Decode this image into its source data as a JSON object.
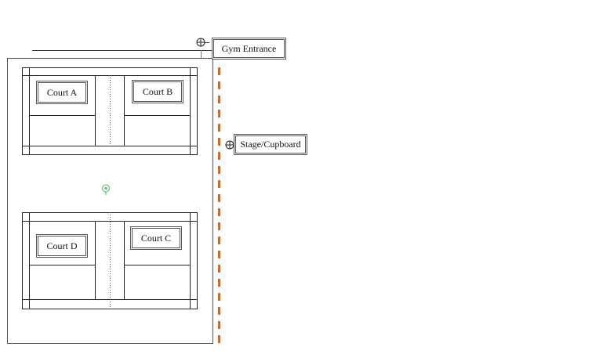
{
  "labels": {
    "gym_entrance": "Gym Entrance",
    "stage_cupboard": "Stage/Cupboard"
  },
  "courts": {
    "a": "Court A",
    "b": "Court B",
    "c": "Court C",
    "d": "Court D"
  },
  "icons": {
    "entrance": "crosshair-icon",
    "stage": "crosshair-icon",
    "pin": "map-pin-icon"
  },
  "colors": {
    "divider": "#d2691e",
    "pin": "#6dbf7a",
    "lines": "#222222"
  }
}
